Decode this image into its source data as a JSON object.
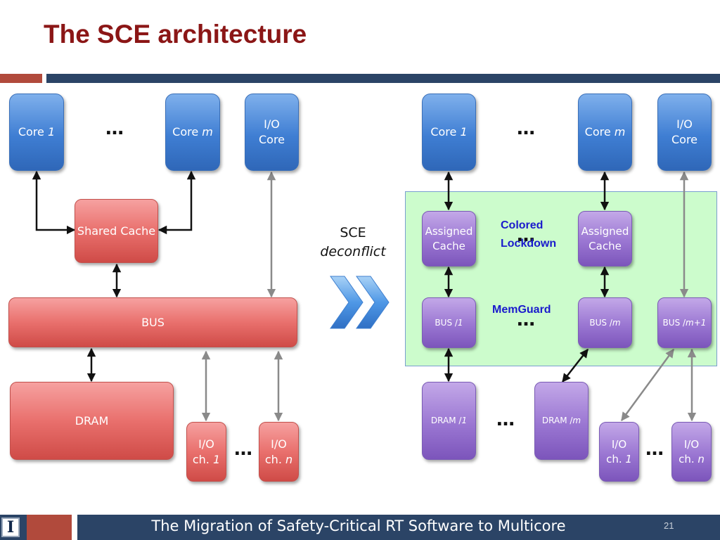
{
  "slide": {
    "title": "The SCE architecture",
    "footer": "The Migration of Safety-Critical RT Software to Multicore",
    "page_number": "21"
  },
  "colors": {
    "title": "#8b1616",
    "navy_bar": "#2b4466",
    "red_bar": "#b14a3c",
    "core_blue": "#4a86d8",
    "shared_red": "#e9706d",
    "partition_purple": "#9a76d2",
    "partition_zone_green": "#ccfccc",
    "mechanism_label_blue": "#1a1acc"
  },
  "left": {
    "core1": {
      "prefix": "Core ",
      "suffix": "1"
    },
    "core_m": {
      "prefix": "Core ",
      "suffix": "m"
    },
    "io_core": [
      "I/O",
      "Core"
    ],
    "shared_cache": "Shared Cache",
    "bus": "BUS",
    "dram": "DRAM",
    "io_ch1": {
      "line1": "I/O",
      "prefix": "ch. ",
      "suffix": "1"
    },
    "io_chn": {
      "line1": "I/O",
      "prefix": "ch. ",
      "suffix": "n"
    },
    "ellipsis": "…"
  },
  "transform": {
    "line1": "SCE",
    "line2": "deconflict",
    "icon": "double-chevron-right-icon"
  },
  "right": {
    "core1": {
      "prefix": "Core ",
      "suffix": "1"
    },
    "core_m": {
      "prefix": "Core ",
      "suffix": "m"
    },
    "io_core": [
      "I/O",
      "Core"
    ],
    "assigned_cache": [
      "Assigned",
      "Cache"
    ],
    "colored_lockdown": [
      "Colored",
      "Lockdown"
    ],
    "memguard": "MemGuard",
    "bus1": {
      "prefix": "BUS /",
      "suffix": "1"
    },
    "bus_m": {
      "prefix": "BUS /",
      "suffix": "m"
    },
    "bus_m1": {
      "prefix": "BUS /",
      "suffix": "m+1"
    },
    "dram1": {
      "prefix": "DRAM /",
      "suffix": "1"
    },
    "dram_m": {
      "prefix": "DRAM /",
      "suffix": "m"
    },
    "io_ch1": {
      "line1": "I/O",
      "prefix": "ch. ",
      "suffix": "1"
    },
    "io_chn": {
      "line1": "I/O",
      "prefix": "ch. ",
      "suffix": "n"
    },
    "ellipsis": "…"
  }
}
